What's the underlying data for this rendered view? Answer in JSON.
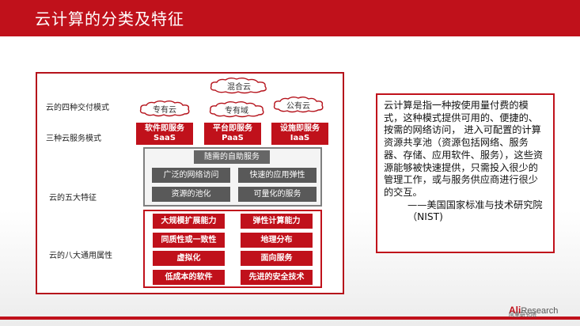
{
  "header": {
    "title": "云计算的分类及特征"
  },
  "diagram": {
    "row_labels": {
      "deployment": "云的四种交付模式",
      "service": "三种云服务模式",
      "features": "云的五大特征",
      "attributes": "云的八大通用属性"
    },
    "clouds": {
      "hybrid": "混合云",
      "private": "专有云",
      "community": "专有域",
      "public": "公有云"
    },
    "services": [
      {
        "name": "软件即服务",
        "abbr": "SaaS"
      },
      {
        "name": "平台即服务",
        "abbr": "PaaS"
      },
      {
        "name": "设施即服务",
        "abbr": "IaaS"
      }
    ],
    "features": {
      "heading": "随需的自助服务",
      "items": [
        "广泛的网络访问",
        "快速的应用弹性",
        "资源的池化",
        "可量化的服务"
      ]
    },
    "attributes": [
      "大规模扩展能力",
      "弹性计算能力",
      "同质性或一致性",
      "地理分布",
      "虚拟化",
      "面向服务",
      "低成本的软件",
      "先进的安全技术"
    ]
  },
  "definition": {
    "text": "云计算是指一种按使用量付费的模式，这种模式提供可用的、便捷的、按需的网络访问， 进入可配置的计算资源共享池（资源包括网络、服务器、存储、应用软件、服务），这些资源能够被快速提供，只需投入很少的管理工作，或与服务供应商进行很少的交互。",
    "source": "——美国国家标准与技术研究院（NIST)"
  },
  "logo": {
    "brand": "Ali",
    "suffix": "Research",
    "sub": "阿里研究院"
  },
  "colors": {
    "accent": "#c0111b",
    "gray": "#595959"
  }
}
